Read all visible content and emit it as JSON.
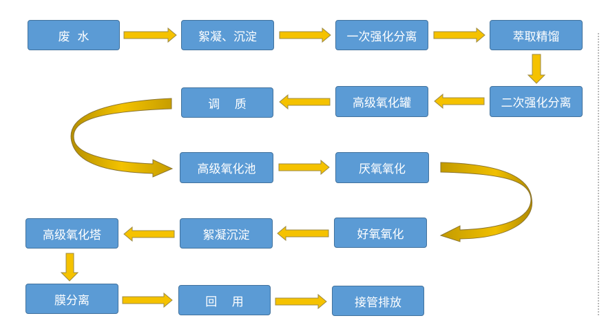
{
  "colors": {
    "box_fill": "#5b9bd5",
    "box_border": "#41719c",
    "arrow_fill": "#f5c200",
    "arrow_border": "#9c8a45",
    "curve_dark": "#c29a00"
  },
  "steps": {
    "wastewater": "废  水",
    "flocculation_sedimentation_1": "絮凝、沉淀",
    "primary_enhanced_separation": "一次强化分离",
    "extraction_rectification": "萃取精馏",
    "secondary_enhanced_separation": "二次强化分离",
    "advanced_oxidation_tank": "高级氧化罐",
    "conditioning": "调    质",
    "advanced_oxidation_pool": "高级氧化池",
    "anaerobic_oxidation": "厌氧氧化",
    "aerobic_oxidation": "好氧氧化",
    "flocculation_sedimentation_2": "絮凝沉淀",
    "advanced_oxidation_tower": "高级氧化塔",
    "membrane_separation": "膜分离",
    "reuse": "回    用",
    "pipe_network_discharge": "接管排放"
  },
  "connections": [
    [
      "wastewater",
      "flocculation_sedimentation_1"
    ],
    [
      "flocculation_sedimentation_1",
      "primary_enhanced_separation"
    ],
    [
      "primary_enhanced_separation",
      "extraction_rectification"
    ],
    [
      "extraction_rectification",
      "secondary_enhanced_separation"
    ],
    [
      "secondary_enhanced_separation",
      "advanced_oxidation_tank"
    ],
    [
      "advanced_oxidation_tank",
      "conditioning"
    ],
    [
      "conditioning",
      "advanced_oxidation_pool"
    ],
    [
      "advanced_oxidation_pool",
      "anaerobic_oxidation"
    ],
    [
      "anaerobic_oxidation",
      "aerobic_oxidation"
    ],
    [
      "aerobic_oxidation",
      "flocculation_sedimentation_2"
    ],
    [
      "flocculation_sedimentation_2",
      "advanced_oxidation_tower"
    ],
    [
      "advanced_oxidation_tower",
      "membrane_separation"
    ],
    [
      "membrane_separation",
      "reuse"
    ],
    [
      "reuse",
      "pipe_network_discharge"
    ]
  ]
}
